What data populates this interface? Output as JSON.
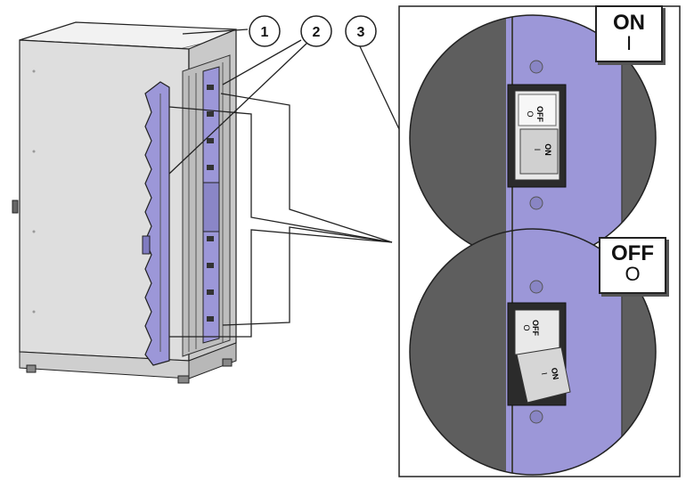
{
  "callouts": [
    "1",
    "2",
    "3"
  ],
  "on_label": {
    "word": "ON",
    "symbol": "I"
  },
  "off_label": {
    "word": "OFF",
    "symbol": "O"
  },
  "switch_top": {
    "off_text": "OFF",
    "off_sym": "O",
    "on_text": "ON",
    "on_sym": "I"
  },
  "switch_bottom": {
    "off_text": "OFF",
    "off_sym": "O",
    "on_text": "ON",
    "on_sym": "I"
  },
  "colors": {
    "pdu": "#9c97d8",
    "rack": "#dcdcdc",
    "outline": "#222222"
  }
}
